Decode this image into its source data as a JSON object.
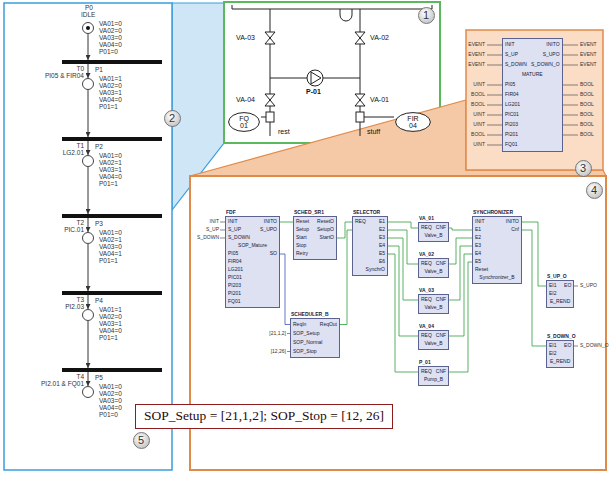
{
  "diagram": {
    "nodes": [
      {
        "text": [
          "P0",
          "IDLE",
          "VA01=0 VA02=0 VA03=0 VA04=0 P01=0"
        ]
      },
      {
        "text": [
          "T0",
          "PI05 & FIR04"
        ]
      },
      {
        "text": [
          "P1",
          "VA01=1 VA02=0 VA03=1 VA04=0 P01=1"
        ]
      },
      {
        "text": [
          "T1",
          "LG2.01"
        ]
      },
      {
        "text": [
          "P2",
          "VA01=0 VA02=1 VA03=1 VA04=0 P01=1"
        ]
      },
      {
        "text": [
          "T2",
          "PIC.01"
        ]
      },
      {
        "text": [
          "P3",
          "VA01=0 VA02=1 VA03=0 VA04=1 P01=1"
        ]
      },
      {
        "text": [
          "T3",
          "PI2.03"
        ]
      },
      {
        "text": [
          "P4",
          "VA01=1 VA02=0 VA03=1 VA04=0 P01=1"
        ]
      },
      {
        "text": [
          "T4",
          "PI2.01 & FQ01"
        ]
      },
      {
        "text": [
          "P5",
          "VA01=0 VA02=0 VA03=0 VA04=0 P01=0"
        ]
      },
      {
        "text": [
          "FQ 01"
        ]
      },
      {
        "text": [
          "FIR 04"
        ]
      },
      {
        "text": [
          "INIT",
          "INITO",
          "S_UP",
          "S_UPO",
          "S_DOWN",
          "S_DOWN_O",
          "MATURE",
          "PI05",
          "FIR04",
          "LG201",
          "PIC01",
          "PI203",
          "PI201",
          "FQ01"
        ]
      },
      {
        "text": [
          "FDF",
          "INIT",
          "INITO",
          "S_UP",
          "S_UPO",
          "S_DOWN",
          "SOP_Mature",
          "PI05",
          "SO",
          "FIR04",
          "LG201",
          "PIC01",
          "PI203",
          "PI201",
          "FQ01"
        ]
      },
      {
        "text": [
          "SCHED_SR1",
          "Reset",
          "ResetO",
          "Setup",
          "SetupO",
          "Start",
          "StartO",
          "Stop",
          "Retry"
        ]
      },
      {
        "text": [
          "SCHEDULER_B",
          "ReqIn",
          "ReqOut",
          "SOP_Setup",
          "SOP_Normal",
          "SOP_Stop"
        ]
      },
      {
        "text": [
          "SELECTOR",
          "REQ",
          "E1",
          "E2",
          "E3",
          "E4",
          "E5",
          "E6",
          "SynchrO"
        ]
      },
      {
        "text": [
          "VA_01",
          "REQ",
          "CNF",
          "Valve_B"
        ]
      },
      {
        "text": [
          "VA_02",
          "REQ",
          "CNF",
          "Valve_B"
        ]
      },
      {
        "text": [
          "VA_03",
          "REQ",
          "CNF",
          "Valve_B"
        ]
      },
      {
        "text": [
          "VA_04",
          "REQ",
          "CNF",
          "Valve_B"
        ]
      },
      {
        "text": [
          "P_01",
          "REQ",
          "CNF",
          "Pump_B"
        ]
      },
      {
        "text": [
          "SYNCHRONIZER",
          "INIT",
          "INITO",
          "E1",
          "Cnf",
          "E2",
          "E3",
          "E4",
          "E5",
          "Reset",
          "Synchronizer_B"
        ]
      },
      {
        "text": [
          "S_UP_O",
          "EI1",
          "EO",
          "EI2",
          "E_REND"
        ]
      },
      {
        "text": [
          "S_DOWN_O",
          "EI1",
          "EO",
          "EI2",
          "E_REND"
        ]
      },
      {
        "text": [
          "SOP_Setup = [21,1,2]; SOP_Stop = [12, 26]"
        ]
      }
    ],
    "edges": [
      {
        "from": 0,
        "to": 1,
        "arrow": "to"
      },
      {
        "from": 1,
        "to": 2,
        "arrow": "to"
      },
      {
        "from": 2,
        "to": 3,
        "arrow": "to"
      },
      {
        "from": 3,
        "to": 4,
        "arrow": "to"
      },
      {
        "from": 4,
        "to": 5,
        "arrow": "to"
      },
      {
        "from": 5,
        "to": 6,
        "arrow": "to"
      },
      {
        "from": 6,
        "to": 7,
        "arrow": "to"
      },
      {
        "from": 7,
        "to": 8,
        "arrow": "to"
      },
      {
        "from": 8,
        "to": 9,
        "arrow": "to"
      },
      {
        "from": 9,
        "to": 10,
        "arrow": "to"
      },
      {
        "from": 14,
        "to": 15,
        "arrow": "none"
      },
      {
        "from": 14,
        "to": 16,
        "arrow": "none"
      },
      {
        "from": 15,
        "to": 17,
        "arrow": "none"
      },
      {
        "from": 16,
        "to": 17,
        "arrow": "none"
      },
      {
        "from": 17,
        "to": 18,
        "arrow": "none"
      },
      {
        "from": 17,
        "to": 19,
        "arrow": "none"
      },
      {
        "from": 17,
        "to": 20,
        "arrow": "none"
      },
      {
        "from": 17,
        "to": 21,
        "arrow": "none"
      },
      {
        "from": 17,
        "to": 22,
        "arrow": "none"
      },
      {
        "from": 18,
        "to": 23,
        "arrow": "none"
      },
      {
        "from": 19,
        "to": 23,
        "arrow": "none"
      },
      {
        "from": 20,
        "to": 23,
        "arrow": "none"
      },
      {
        "from": 21,
        "to": 23,
        "arrow": "none"
      },
      {
        "from": 22,
        "to": 23,
        "arrow": "none"
      },
      {
        "from": 23,
        "to": 24,
        "arrow": "none"
      },
      {
        "from": 23,
        "to": 25,
        "arrow": "none"
      }
    ],
    "labels": [
      "2",
      "1",
      "VA-03",
      "VA-02",
      "P-01",
      "VA-04",
      "VA-01",
      "rest",
      "stuff",
      "3",
      "EVENT",
      "EVENT",
      "EVENT",
      "UINT",
      "BOOL",
      "BOOL",
      "UINT",
      "UINT",
      "BOOL",
      "UINT",
      "EVENT",
      "EVENT",
      "EVENT",
      "BOOL",
      "BOOL",
      "BOOL",
      "BOOL",
      "BOOL",
      "BOOL",
      "4",
      "INIT",
      "S_UP",
      "S_DOWN",
      "[21,1,2]",
      "[12,26]",
      "S_UPO",
      "S_DOWN_O",
      "5"
    ]
  }
}
